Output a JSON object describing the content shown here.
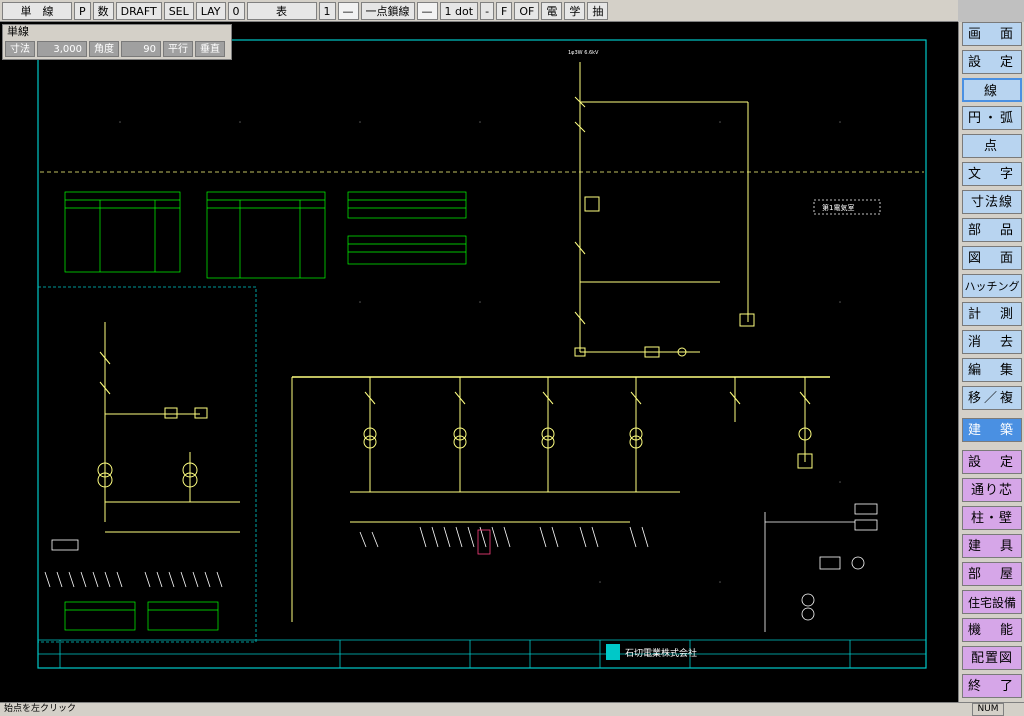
{
  "toolbar": {
    "items": [
      "単　線",
      "P",
      "数",
      "DRAFT",
      "SEL",
      "LAY",
      "0",
      "表",
      "1",
      "—",
      "一点鎖線",
      "—",
      "1 dot",
      "-",
      "F",
      "OF",
      "電",
      "学",
      "抽"
    ]
  },
  "popup": {
    "title": "単線",
    "dim_label": "寸法",
    "dim_value": "3,000",
    "angle_label": "角度",
    "angle_value": "90",
    "parallel": "平行",
    "perp": "垂直"
  },
  "sidebar": {
    "items": [
      "画　面",
      "設　定",
      "線",
      "円・弧",
      "点",
      "文　字",
      "寸法線",
      "部　品",
      "図　面",
      "ハッチング",
      "計　測",
      "消　去",
      "編　集",
      "移／複",
      "建　築",
      "設　定",
      "通り芯",
      "柱・壁",
      "建　具",
      "部　屋",
      "住宅設備",
      "機　能",
      "配置図",
      "終　了"
    ]
  },
  "status": {
    "message": "始点を左クリック",
    "num": "NUM"
  },
  "drawing": {
    "top_label": "1φ3W 6.6kV",
    "company": "石切電業株式会社",
    "box_label": "第1電気室"
  },
  "colors": {
    "canvas": "#000000",
    "frame": "#00c8c8",
    "wire": "#ffff80",
    "table": "#00ff00",
    "accent_blue": "#4a90e2",
    "pink_menu": "#d6a6e8",
    "light_menu": "#b8d4f0"
  }
}
